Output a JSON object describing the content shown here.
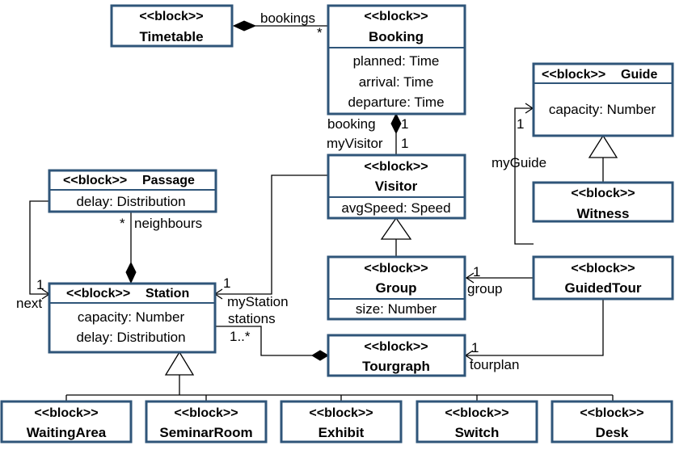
{
  "stereotype": "<<block>>",
  "blocks": {
    "timetable": {
      "name": "Timetable",
      "attributes": []
    },
    "booking": {
      "name": "Booking",
      "attributes": [
        "planned: Time",
        "arrival: Time",
        "departure: Time"
      ]
    },
    "guide": {
      "name": "Guide",
      "attributes": [
        "capacity: Number"
      ]
    },
    "witness": {
      "name": "Witness",
      "attributes": []
    },
    "passage": {
      "name": "Passage",
      "attributes": [
        "delay: Distribution"
      ]
    },
    "visitor": {
      "name": "Visitor",
      "attributes": [
        "avgSpeed: Speed"
      ]
    },
    "station": {
      "name": "Station",
      "attributes": [
        "capacity: Number",
        "delay: Distribution"
      ]
    },
    "group": {
      "name": "Group",
      "attributes": [
        "size: Number"
      ]
    },
    "guidedtour": {
      "name": "GuidedTour",
      "attributes": []
    },
    "tourgraph": {
      "name": "Tourgraph",
      "attributes": []
    },
    "waitingarea": {
      "name": "WaitingArea",
      "attributes": []
    },
    "seminarroom": {
      "name": "SeminarRoom",
      "attributes": []
    },
    "exhibit": {
      "name": "Exhibit",
      "attributes": []
    },
    "switch": {
      "name": "Switch",
      "attributes": []
    },
    "desk": {
      "name": "Desk",
      "attributes": []
    }
  },
  "labels": {
    "bookings": "bookings",
    "bookings_mult": "*",
    "booking": "booking",
    "booking_mult": "1",
    "myVisitor": "myVisitor",
    "myVisitor_mult": "1",
    "myGuide": "myGuide",
    "myGuide_mult": "1",
    "neighbours_mult": "*",
    "neighbours": "neighbours",
    "next_mult": "1",
    "next": "next",
    "myStation_mult": "1",
    "myStation": "myStation",
    "stations": "stations",
    "stations_mult": "1..*",
    "group_mult": "1",
    "group": "group",
    "tourplan_mult": "1",
    "tourplan": "tourplan"
  },
  "colors": {
    "block_border": "#2f5579",
    "line": "#000000",
    "text": "#000000"
  }
}
